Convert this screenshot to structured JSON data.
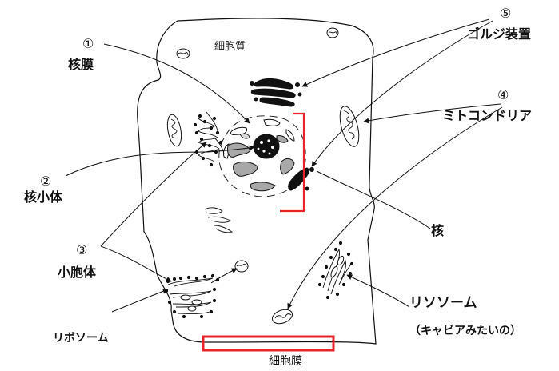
{
  "labels": {
    "cytoplasm": "細胞質",
    "nuclear_envelope_num": "①",
    "nuclear_envelope": "核膜",
    "nucleolus_num": "②",
    "nucleolus": "核小体",
    "er_num": "③",
    "er": "小胞体",
    "ribosome": "リボソーム",
    "golgi_num": "⑤",
    "golgi": "ゴルジ装置",
    "mito_num": "④",
    "mito": "ミトコンドリア",
    "nucleus": "核",
    "lysosome": "リソソーム",
    "lysosome_note": "（キャビアみたいの）",
    "cell_membrane": "細胞膜"
  },
  "colors": {
    "highlight": "#e8242a",
    "ink": "#111111",
    "gray": "#a8a8a8"
  }
}
